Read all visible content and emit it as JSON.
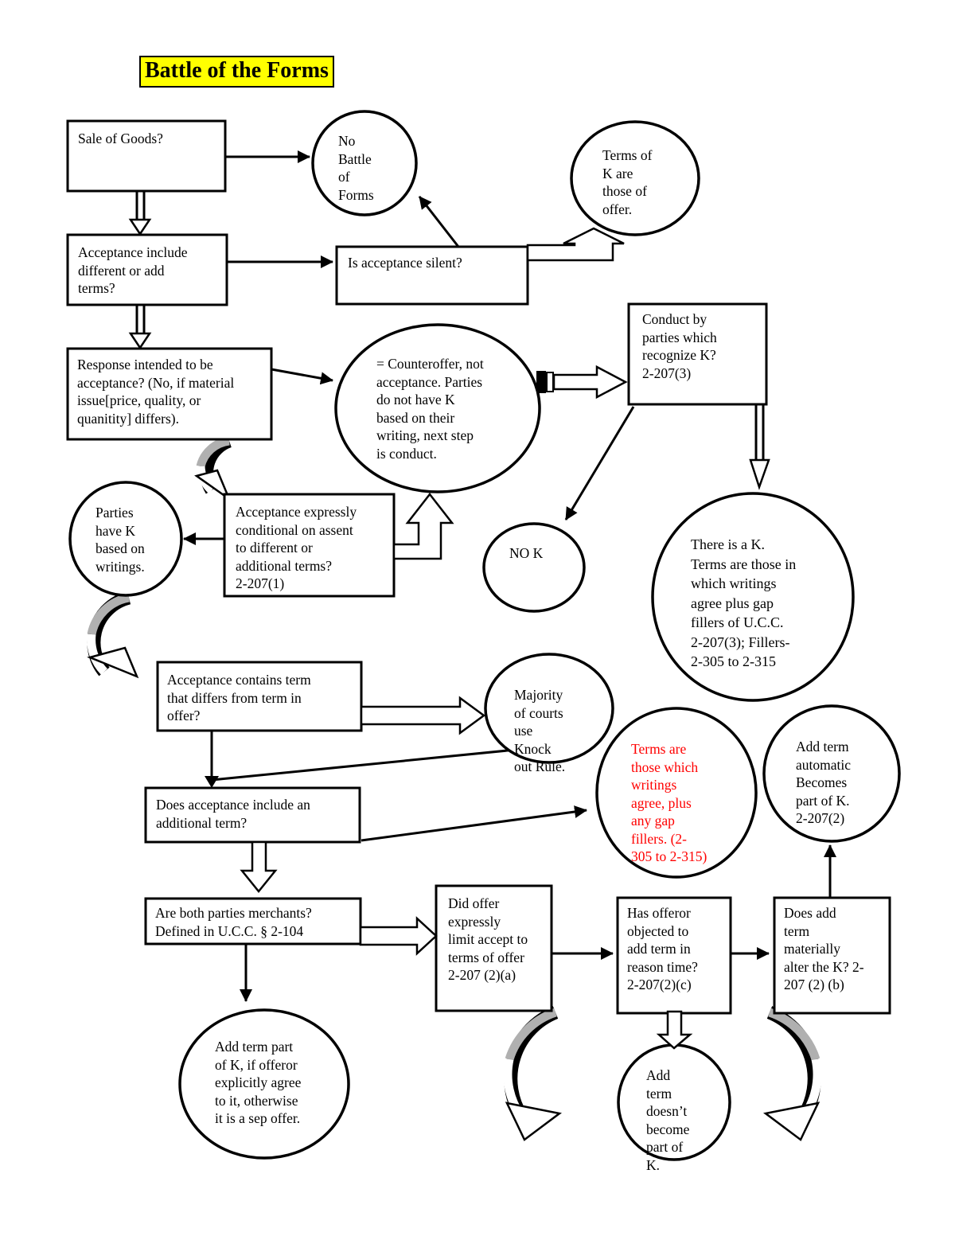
{
  "title": "Battle of the Forms",
  "colors": {
    "highlight": "#ffff00",
    "red_text": "#ff0000",
    "ribbon_gray": "#b0b0b0",
    "line": "#000000",
    "background": "#ffffff"
  },
  "nodes": {
    "sale": {
      "shape": "box",
      "label": "Sale of Goods?"
    },
    "no_battle": {
      "shape": "circle",
      "label": "No\nBattle\nof\nForms"
    },
    "terms_of_offer": {
      "shape": "circle",
      "label": "Terms of\nK are\nthose of\noffer."
    },
    "acceptance_include": {
      "shape": "box",
      "label": "Acceptance include\ndifferent or add\nterms?"
    },
    "is_silent": {
      "shape": "box",
      "label": "Is acceptance silent?"
    },
    "conduct": {
      "shape": "box",
      "label": "Conduct by\nparties which\nrecognize K?\n2-207(3)"
    },
    "response": {
      "shape": "box",
      "label": "Response intended to be\nacceptance? (No, if material\nissue[price, quality, or\nquanitity] differs)."
    },
    "counteroffer": {
      "shape": "ellipse",
      "label": "= Counteroffer, not\nacceptance. Parties\ndo not have K\nbased on their\nwriting, next step\nis conduct."
    },
    "acceptance_expressly": {
      "shape": "box",
      "label": "Acceptance expressly\nconditional on assent\nto different or\nadditional terms?\n2-207(1)"
    },
    "parties_have_k": {
      "shape": "circle",
      "label": "Parties\nhave K\nbased on\nwritings."
    },
    "no_k": {
      "shape": "ellipse",
      "label": "NO K"
    },
    "there_is_k": {
      "shape": "circle",
      "label": "There is a K.\nTerms are those in\nwhich writings\nagree plus gap\nfillers of U.C.C.\n2-207(3); Fillers-\n2-305 to 2-315"
    },
    "acceptance_contains": {
      "shape": "box",
      "label": "Acceptance contains term\nthat differs from term in\noffer?"
    },
    "majority": {
      "shape": "ellipse",
      "label": "Majority\nof courts\nuse\nKnock\nout Rule."
    },
    "does_include_additional": {
      "shape": "box",
      "label": "Does acceptance include an\nadditional term?"
    },
    "terms_writings_agree": {
      "shape": "circle",
      "label": "Terms are\nthose which\nwritings\nagree, plus\nany gap\nfillers.  (2-\n305 to 2-315)"
    },
    "add_term_automatic": {
      "shape": "circle",
      "label": "Add term\nautomatic\nBecomes\npart of K.\n2-207(2)"
    },
    "merchants": {
      "shape": "box",
      "label": "Are both parties merchants?\nDefined in U.C.C. § 2-104"
    },
    "did_offer_limit": {
      "shape": "box",
      "label": "Did offer\nexpressly\nlimit accept to\nterms of offer\n2-207 (2)(a)"
    },
    "has_offeror_objected": {
      "shape": "box",
      "label": "Has offeror\nobjected to\nadd term in\nreason time?\n2-207(2)(c)"
    },
    "does_materially_alter": {
      "shape": "box",
      "label": "Does add\nterm\nmaterially\nalter the K? 2-\n207 (2) (b)"
    },
    "add_term_part": {
      "shape": "circle",
      "label": "Add term part\nof K, if offeror\nexplicitly agree\nto it, otherwise\nit is a sep offer."
    },
    "add_term_doesnt": {
      "shape": "circle",
      "label": "Add\nterm\ndoesn’t\nbecome\npart of\nK."
    }
  }
}
